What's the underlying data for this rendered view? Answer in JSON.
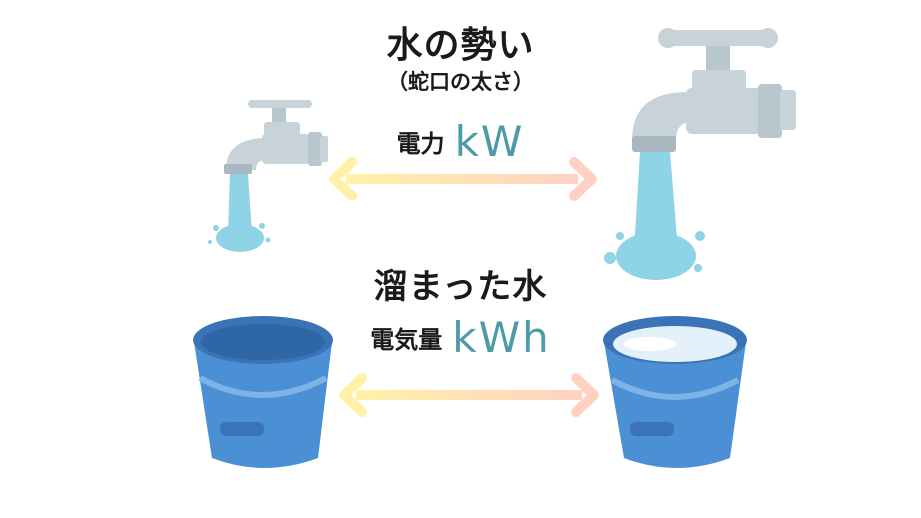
{
  "top": {
    "title": "水の勢い",
    "subtitle": "（蛇口の太さ）",
    "label": "電力",
    "unit": "kW"
  },
  "bottom": {
    "title": "溜まった水",
    "label": "電気量",
    "unit": "kWh"
  },
  "colors": {
    "faucet": "#c7d3d9",
    "faucet_shadow": "#a9b8c0",
    "water": "#8fd3e6",
    "bucket": "#4b8fd4",
    "bucket_dark": "#3a74b6",
    "arrow_start": "#fff2a8",
    "arrow_end": "#ffd1c2",
    "unit_text": "#4e9aa8"
  },
  "icons": [
    "small-faucet-icon",
    "large-faucet-icon",
    "empty-bucket-icon",
    "full-bucket-icon",
    "double-arrow-icon"
  ]
}
